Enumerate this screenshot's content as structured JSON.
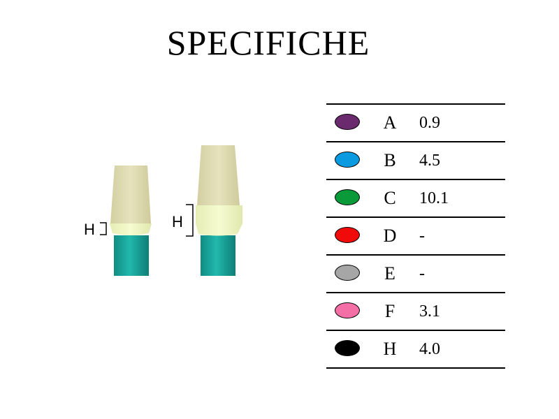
{
  "title": "SPECIFICHE",
  "illustration": {
    "left_label": "H",
    "right_label": "H"
  },
  "specs": [
    {
      "key": "A",
      "value": "0.9",
      "color": "#6b2a6e"
    },
    {
      "key": "B",
      "value": "4.5",
      "color": "#0a9ae0"
    },
    {
      "key": "C",
      "value": "10.1",
      "color": "#0a9a3a"
    },
    {
      "key": "D",
      "value": "-",
      "color": "#f00a0a"
    },
    {
      "key": "E",
      "value": "-",
      "color": "#a6a6a6"
    },
    {
      "key": "F",
      "value": "3.1",
      "color": "#f46fa6"
    },
    {
      "key": "H",
      "value": "4.0",
      "color": "#000000"
    }
  ]
}
